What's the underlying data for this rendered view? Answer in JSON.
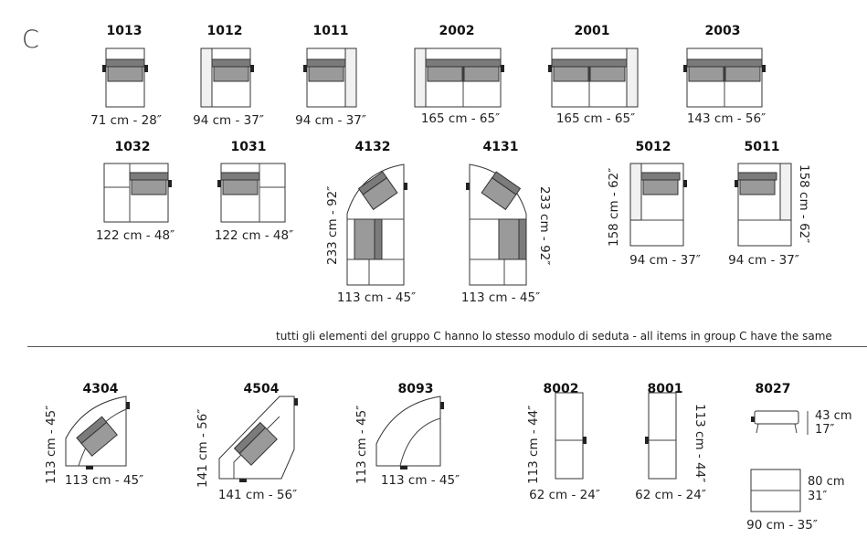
{
  "group_letter": "C",
  "items": [
    {
      "code": "1013",
      "width": "71 cm - 28″"
    },
    {
      "code": "1012",
      "width": "94 cm - 37″"
    },
    {
      "code": "1011",
      "width": "94 cm - 37″"
    },
    {
      "code": "2002",
      "width": "165 cm - 65″"
    },
    {
      "code": "2001",
      "width": "165 cm - 65″"
    },
    {
      "code": "2003",
      "width": "143 cm - 56″"
    },
    {
      "code": "1032",
      "width": "122 cm - 48″"
    },
    {
      "code": "1031",
      "width": "122 cm - 48″"
    },
    {
      "code": "4132",
      "width": "113 cm - 45″",
      "depth": "233 cm - 92″"
    },
    {
      "code": "4131",
      "width": "113 cm - 45″",
      "depth": "233 cm - 92″"
    },
    {
      "code": "5012",
      "width": "94 cm - 37″",
      "depth": "158 cm - 62″"
    },
    {
      "code": "5011",
      "width": "94 cm - 37″",
      "depth": "158 cm - 62″"
    },
    {
      "code": "4304",
      "width": "113 cm - 45″",
      "depth": "113 cm - 45″"
    },
    {
      "code": "4504",
      "width": "141 cm - 56″",
      "depth": "141 cm - 56″"
    },
    {
      "code": "8093",
      "width": "113 cm - 45″",
      "depth": "113 cm - 45″"
    },
    {
      "code": "8002",
      "width": "62 cm - 24″",
      "depth": "113 cm - 44″"
    },
    {
      "code": "8001",
      "width": "62 cm - 24″",
      "depth": "113 cm - 44″"
    },
    {
      "code": "8027",
      "height_cm": "43 cm",
      "height_in": "17″",
      "depth_cm": "80 cm",
      "depth_in": "31″",
      "width": "90 cm - 35″"
    }
  ],
  "note": "tutti gli elementi  del gruppo C hanno lo stesso modulo di  seduta  -  all items in group C have the same"
}
